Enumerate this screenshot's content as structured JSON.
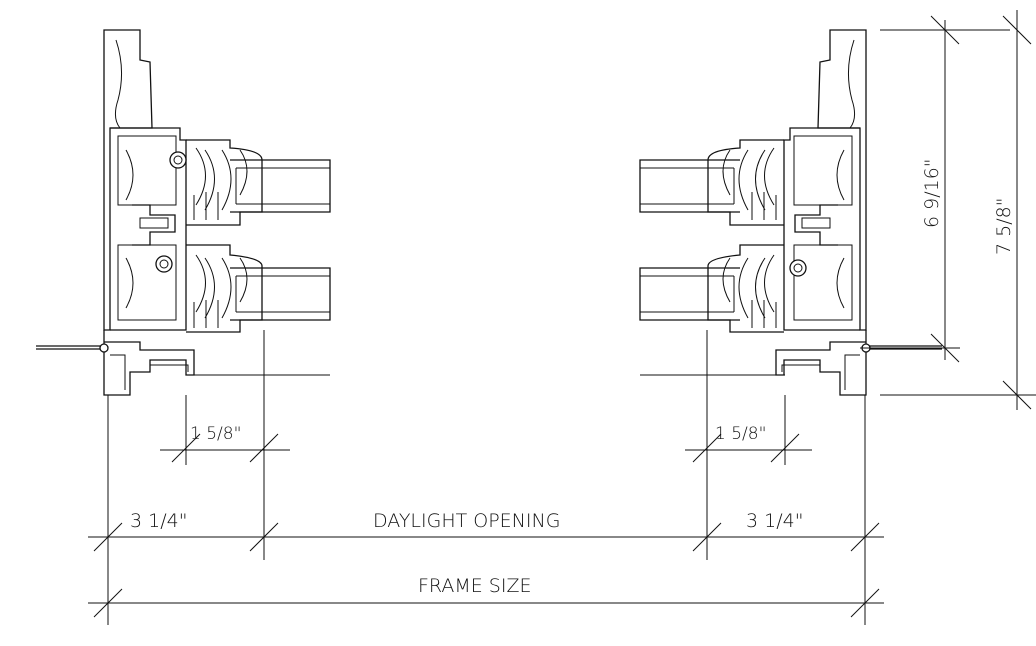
{
  "dimensions": {
    "glazing_left": "1 5/8\"",
    "glazing_right": "1 5/8\"",
    "sash_left": "3 1/4\"",
    "sash_right": "3 1/4\"",
    "daylight": "DAYLIGHT OPENING",
    "frame": "FRAME SIZE",
    "height_inner": "6 9/16\"",
    "height_outer": "7 5/8\""
  }
}
